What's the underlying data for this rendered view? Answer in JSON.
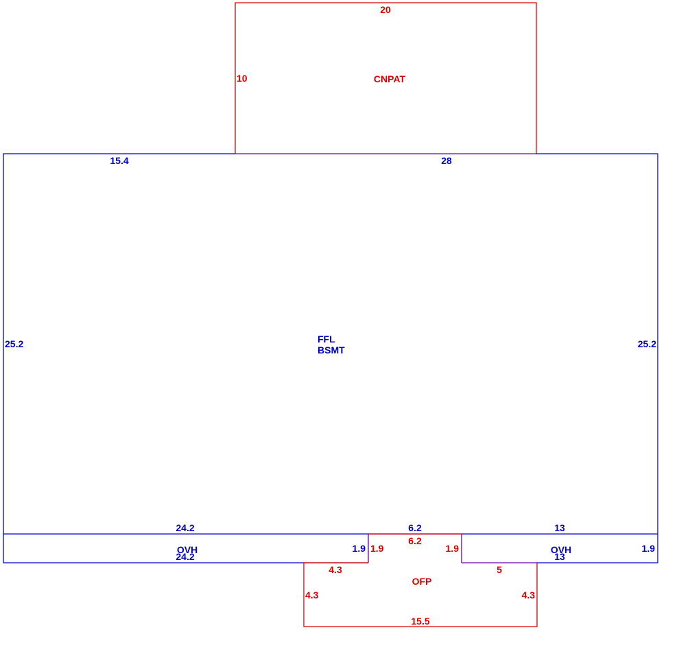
{
  "colors": {
    "main": "#0000cc",
    "secondary": "#dd0000",
    "shared": "#6a00aa"
  },
  "cnpat": {
    "label": "CNPAT",
    "top": "20",
    "left": "10"
  },
  "main": {
    "label_line1": "FFL",
    "label_line2": "BSMT",
    "top_left": "15.4",
    "top_right": "28",
    "left": "25.2",
    "right": "25.2",
    "bottom_left": "24.2",
    "bottom_mid": "6.2",
    "bottom_right": "13"
  },
  "ovh_left": {
    "label": "OVH",
    "bottom": "24.2",
    "right": "1.9"
  },
  "ovh_right": {
    "label": "OVH",
    "bottom": "13",
    "right": "1.9"
  },
  "ofp": {
    "label": "OFP",
    "top": "6.2",
    "stub_left": "1.9",
    "stub_right": "1.9",
    "top_left": "4.3",
    "top_right": "5",
    "left": "4.3",
    "right": "4.3",
    "bottom": "15.5"
  }
}
